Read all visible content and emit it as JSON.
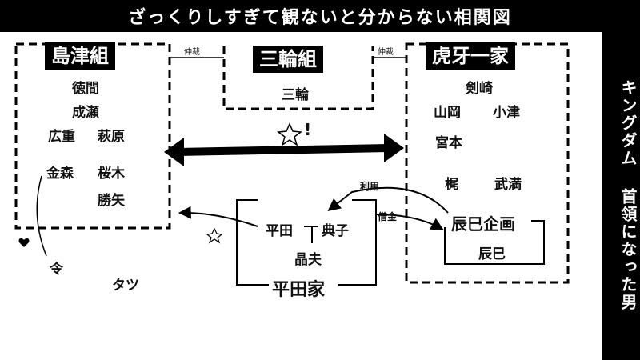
{
  "title": "ざっくりしすぎて観ないと分からない相関図",
  "side_caption": "キングダム 首領になった男",
  "groups": {
    "shimazu": {
      "name": "島津組",
      "members": [
        "徳間",
        "成瀬",
        "広重",
        "萩原",
        "金森",
        "桜木",
        "勝矢"
      ]
    },
    "sanrin": {
      "name": "三輪組",
      "members": [
        "三輪"
      ]
    },
    "koga": {
      "name": "虎牙一家",
      "members": [
        "剣崎",
        "山岡",
        "小津",
        "宮本",
        "梶",
        "武満"
      ]
    },
    "hirata": {
      "name": "平田家",
      "members": [
        "平田",
        "典子",
        "晶夫"
      ]
    },
    "tatsumi": {
      "name": "辰巳企画",
      "members": [
        "辰巳"
      ]
    }
  },
  "others": [
    "令",
    "タツ"
  ],
  "labels": {
    "mediate": "仲裁",
    "conflict_mark": "!",
    "use": "利用",
    "debt": "借金"
  }
}
